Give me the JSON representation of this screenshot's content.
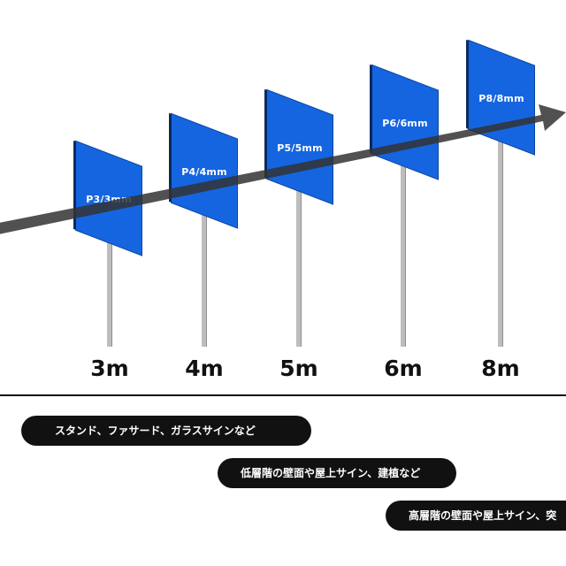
{
  "signs": [
    {
      "label": "P3/3mm",
      "distance": "3m"
    },
    {
      "label": "P4/4mm",
      "distance": "4m"
    },
    {
      "label": "P5/5mm",
      "distance": "5m"
    },
    {
      "label": "P6/6mm",
      "distance": "6m"
    },
    {
      "label": "P8/8mm",
      "distance": "8m"
    }
  ],
  "ranges": [
    "スタンド、ファサード、ガラスサインなど",
    "低層階の壁面や屋上サイン、建植など",
    "高層階の壁面や屋上サイン、突"
  ],
  "colors": {
    "sign": "#1565e0",
    "arrow": "#333333",
    "pole": "#bdbdbd",
    "pill": "#111111"
  }
}
